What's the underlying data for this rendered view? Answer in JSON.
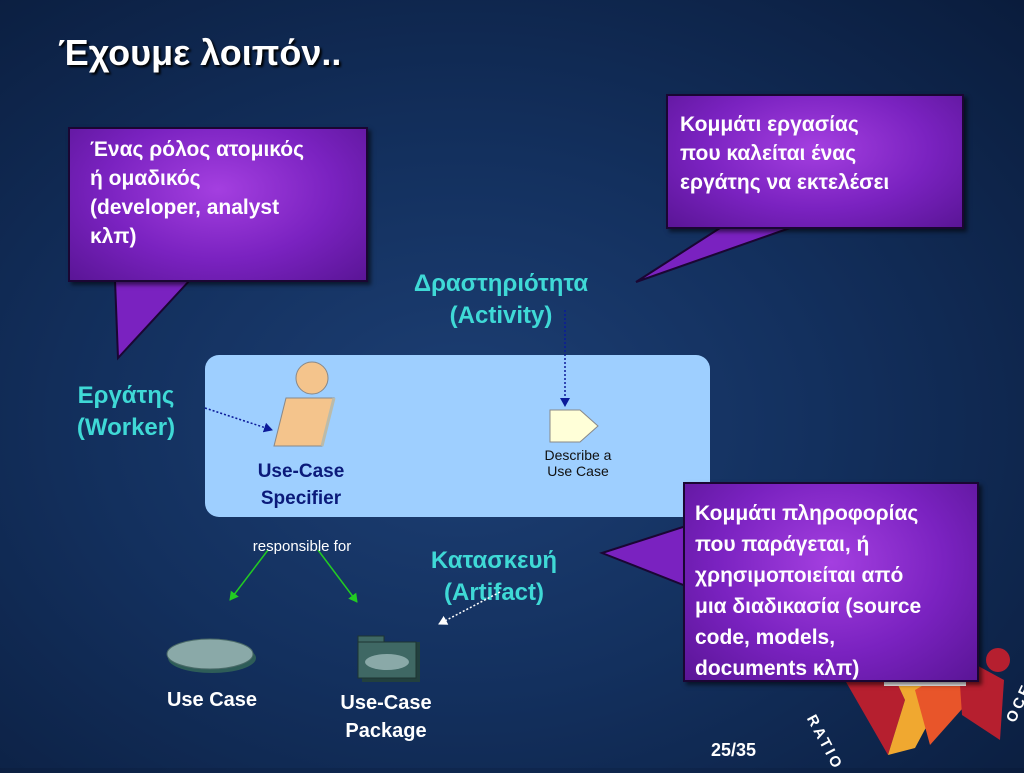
{
  "slide": {
    "title": "Έχουμε λοιπόν..",
    "page_number": "25/35"
  },
  "callouts": {
    "role": [
      "Ένας ρόλος ατομικός",
      "ή ομαδικός",
      "(developer, analyst",
      "κλπ)"
    ],
    "work": [
      "Κομμάτι εργασίας",
      "που καλείται ένας",
      "εργάτης να εκτελέσει"
    ],
    "info": [
      "Κομμάτι πληροφορίας",
      "που παράγεται, ή",
      "χρησιμοποιείται από",
      "μια διαδικασία (source",
      "code, models,",
      "documents κλπ)"
    ]
  },
  "labels": {
    "activity": [
      "Δραστηριότητα",
      "(Activity)"
    ],
    "worker": [
      "Εργάτης",
      "(Worker)"
    ],
    "artifact": [
      "Κατασκευή",
      "(Artifact)"
    ],
    "specifier": [
      "Use-Case",
      "Specifier"
    ],
    "describe": [
      "Describe a",
      "Use Case"
    ],
    "responsible": "responsible for",
    "use_case": "Use Case",
    "package": [
      "Use-Case",
      "Package"
    ]
  },
  "logo": {
    "text_left": "RATIO",
    "text_right": "OCESS"
  },
  "colors": {
    "callout": "#8a2fd0",
    "label": "#3fd9d6",
    "panel": "#9ecfff",
    "navy_text": "#0b1a7a",
    "arrow_green": "#22cc22"
  }
}
